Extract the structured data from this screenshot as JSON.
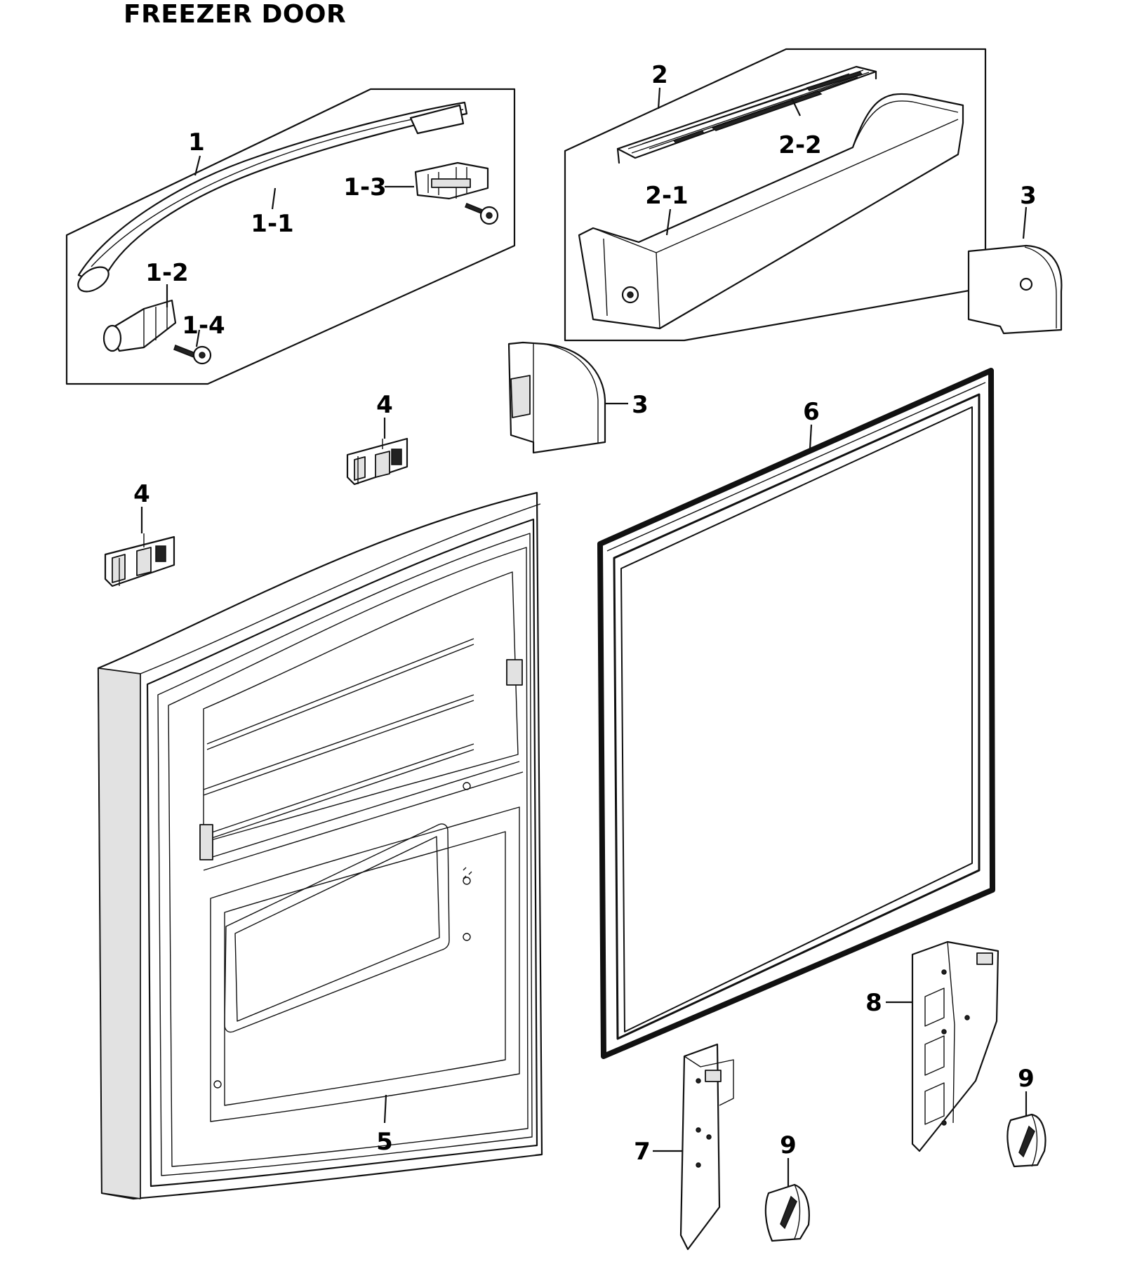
{
  "title": "FREEZER DOOR",
  "callouts": {
    "p1": "1",
    "p1_1": "1-1",
    "p1_2": "1-2",
    "p1_3": "1-3",
    "p1_4": "1-4",
    "p2": "2",
    "p2_1": "2-1",
    "p2_2": "2-2",
    "p3_right": "3",
    "p3_left": "3",
    "p4_upper": "4",
    "p4_lower": "4",
    "p5": "5",
    "p6": "6",
    "p7": "7",
    "p8": "8",
    "p9_right": "9",
    "p9_bottom": "9"
  }
}
